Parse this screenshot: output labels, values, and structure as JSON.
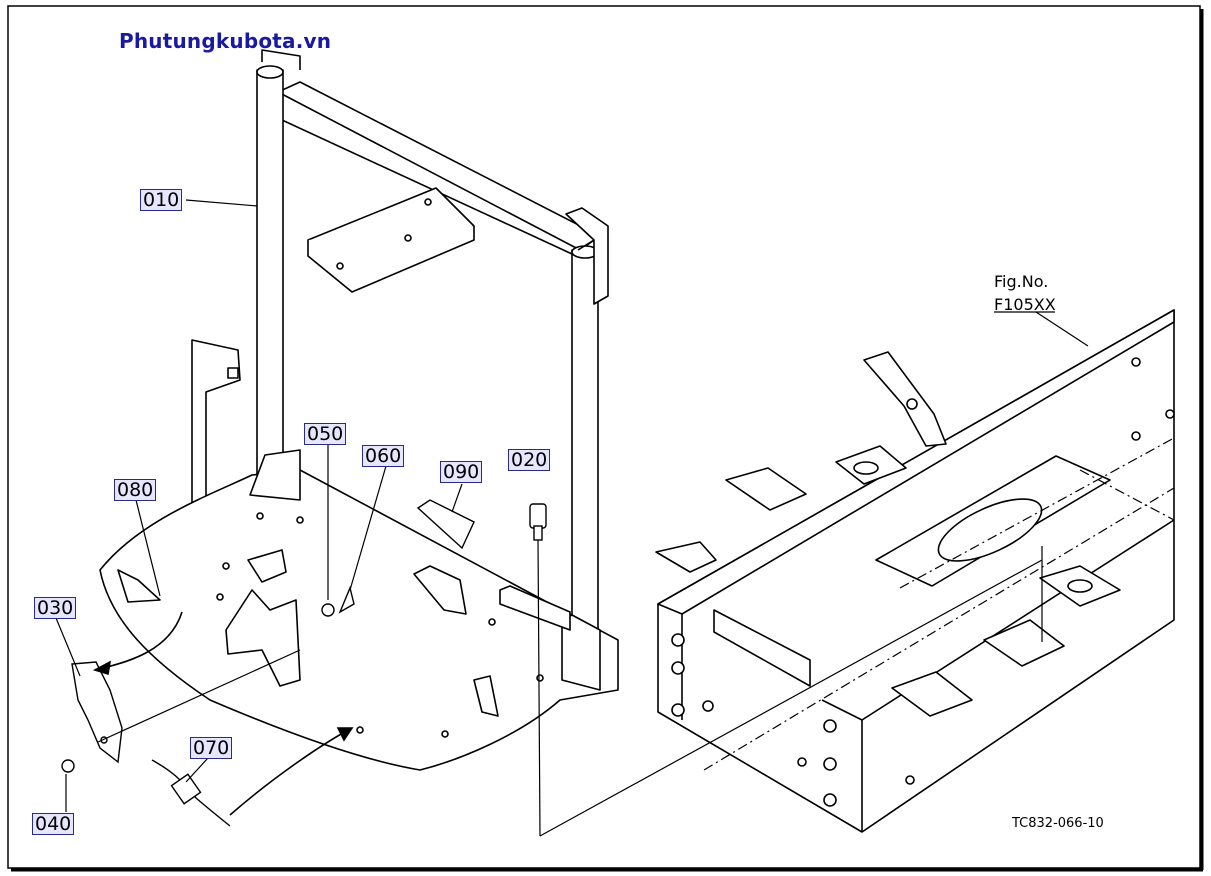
{
  "watermark": "Phutungkubota.vn",
  "colors": {
    "watermark": "#1a1aa0",
    "line": "#000000",
    "callout_fill": "#e6e6ff",
    "callout_border": "#2a2a8a"
  },
  "callouts": {
    "p010": "010",
    "p020": "020",
    "p030": "030",
    "p040": "040",
    "p050": "050",
    "p060": "060",
    "p070": "070",
    "p080": "080",
    "p090": "090"
  },
  "fig_ref": {
    "line1": "Fig.No.",
    "line2": "F105XX"
  },
  "drawing_code": "TC832-066-10"
}
